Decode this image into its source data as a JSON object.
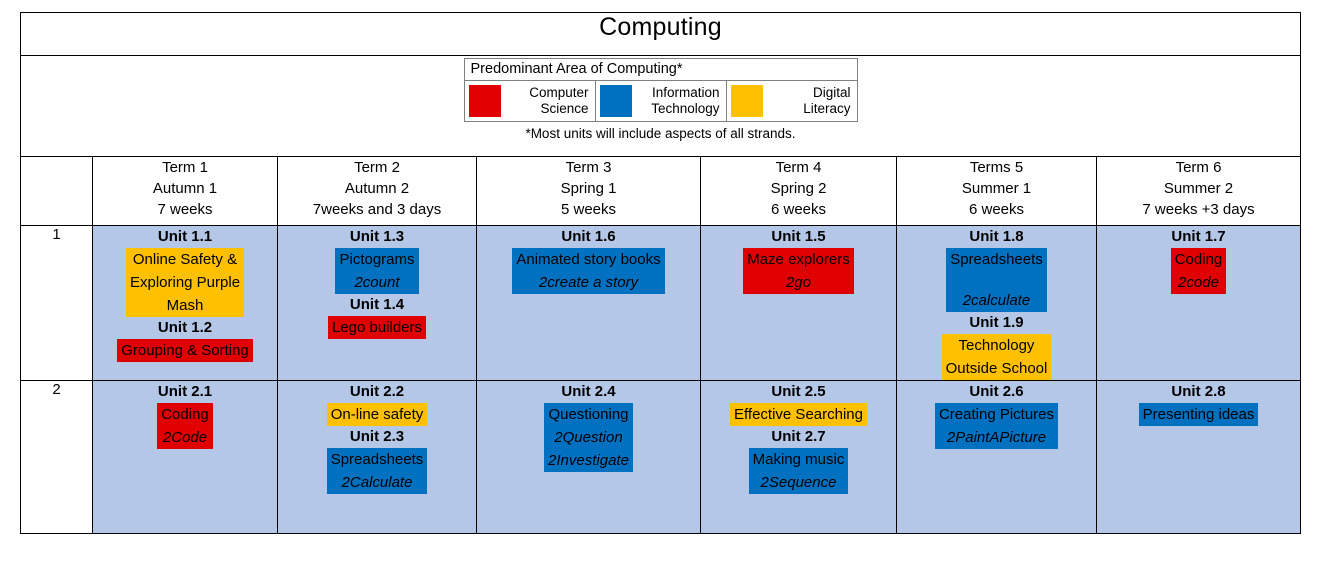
{
  "title": "Computing",
  "legend": {
    "heading": "Predominant  Area of Computing*",
    "items": [
      {
        "name": "legend-computer-science",
        "label": "Computer\nScience",
        "color": "#e00000"
      },
      {
        "name": "legend-information-technology",
        "label": "Information\nTechnology",
        "color": "#0070c0"
      },
      {
        "name": "legend-digital-literacy",
        "label": "Digital\nLiteracy",
        "color": "#ffc000"
      }
    ],
    "note": "*Most units will include aspects of all strands."
  },
  "terms": [
    {
      "name": "Term 1",
      "season": "Autumn 1",
      "length": "7 weeks"
    },
    {
      "name": "Term 2",
      "season": "Autumn 2",
      "length": "7weeks and 3 days"
    },
    {
      "name": "Term 3",
      "season": "Spring 1",
      "length": "5 weeks"
    },
    {
      "name": "Term 4",
      "season": "Spring 2",
      "length": "6 weeks"
    },
    {
      "name": "Terms 5",
      "season": "Summer 1",
      "length": "6 weeks"
    },
    {
      "name": "Term 6",
      "season": "Summer 2",
      "length": "7 weeks +3 days"
    }
  ],
  "years": [
    {
      "label": "1",
      "cells": [
        {
          "units": [
            {
              "title": "Unit 1.1",
              "lines": [
                "Online Safety &",
                "Exploring Purple",
                "Mash"
              ],
              "italic": [
                false,
                false,
                false
              ],
              "fill": "yellow"
            },
            {
              "title": "Unit 1.2",
              "lines": [
                "Grouping & Sorting"
              ],
              "italic": [
                false
              ],
              "fill": "red"
            }
          ]
        },
        {
          "units": [
            {
              "title": "Unit 1.3",
              "lines": [
                "Pictograms",
                "2count"
              ],
              "italic": [
                false,
                true
              ],
              "fill": "blue"
            },
            {
              "title": "Unit 1.4",
              "lines": [
                "Lego builders"
              ],
              "italic": [
                false
              ],
              "fill": "red"
            }
          ]
        },
        {
          "units": [
            {
              "title": "Unit 1.6",
              "lines": [
                "Animated story books",
                "2create a story"
              ],
              "italic": [
                false,
                true
              ],
              "fill": "blue"
            }
          ]
        },
        {
          "units": [
            {
              "title": "Unit 1.5",
              "lines": [
                "Maze explorers",
                "2go"
              ],
              "italic": [
                false,
                true
              ],
              "fill": "red"
            }
          ]
        },
        {
          "units": [
            {
              "title": "Unit 1.8",
              "lines": [
                "Spreadsheets",
                "",
                "2calculate"
              ],
              "italic": [
                false,
                false,
                true
              ],
              "fill": "blue"
            },
            {
              "title": "Unit 1.9",
              "lines": [
                "Technology",
                "Outside School"
              ],
              "italic": [
                false,
                false
              ],
              "fill": "yellow"
            }
          ]
        },
        {
          "units": [
            {
              "title": "Unit 1.7",
              "lines": [
                "Coding",
                "2code"
              ],
              "italic": [
                false,
                true
              ],
              "fill": "red"
            }
          ]
        }
      ]
    },
    {
      "label": "2",
      "cells": [
        {
          "units": [
            {
              "title": "Unit 2.1",
              "lines": [
                "Coding",
                "2Code"
              ],
              "italic": [
                false,
                true
              ],
              "fill": "red"
            }
          ]
        },
        {
          "units": [
            {
              "title": "Unit 2.2",
              "lines": [
                "On-line safety"
              ],
              "italic": [
                false
              ],
              "fill": "yellow"
            },
            {
              "title": "Unit 2.3",
              "lines": [
                "Spreadsheets",
                "2Calculate"
              ],
              "italic": [
                false,
                true
              ],
              "fill": "blue"
            }
          ]
        },
        {
          "units": [
            {
              "title": "Unit 2.4",
              "lines": [
                "Questioning",
                "2Question",
                "2Investigate"
              ],
              "italic": [
                false,
                true,
                true
              ],
              "fill": "blue"
            }
          ]
        },
        {
          "units": [
            {
              "title": "Unit 2.5",
              "lines": [
                "Effective Searching"
              ],
              "italic": [
                false
              ],
              "fill": "yellow"
            },
            {
              "title": "Unit 2.7",
              "lines": [
                "Making music",
                "2Sequence"
              ],
              "italic": [
                false,
                true
              ],
              "fill": "blue"
            }
          ]
        },
        {
          "units": [
            {
              "title": "Unit 2.6",
              "lines": [
                "Creating Pictures",
                "2PaintAPicture"
              ],
              "italic": [
                false,
                true
              ],
              "fill": "blue"
            }
          ]
        },
        {
          "units": [
            {
              "title": "Unit 2.8",
              "lines": [
                "Presenting ideas"
              ],
              "italic": [
                false
              ],
              "fill": "blue"
            }
          ]
        }
      ]
    }
  ]
}
